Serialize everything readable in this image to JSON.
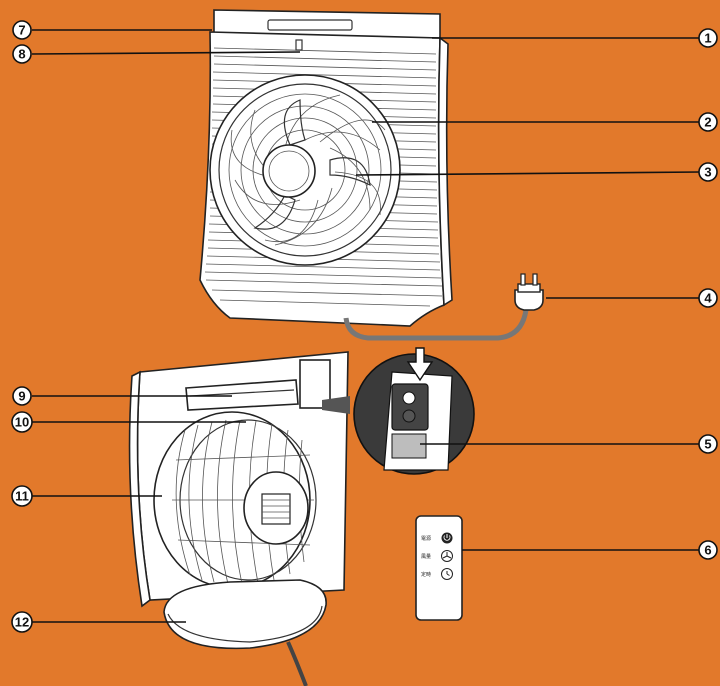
{
  "callouts": [
    {
      "id": "1",
      "label": "1"
    },
    {
      "id": "2",
      "label": "2"
    },
    {
      "id": "3",
      "label": "3"
    },
    {
      "id": "4",
      "label": "4"
    },
    {
      "id": "5",
      "label": "5"
    },
    {
      "id": "6",
      "label": "6"
    },
    {
      "id": "7",
      "label": "7"
    },
    {
      "id": "8",
      "label": "8"
    },
    {
      "id": "9",
      "label": "9"
    },
    {
      "id": "10",
      "label": "10"
    },
    {
      "id": "11",
      "label": "11"
    },
    {
      "id": "12",
      "label": "12"
    }
  ],
  "remote": {
    "buttons": [
      {
        "label": "電源",
        "icon": "power-icon"
      },
      {
        "label": "風量",
        "icon": "fan-icon"
      },
      {
        "label": "定時",
        "icon": "timer-icon"
      }
    ]
  },
  "colors": {
    "background": "#e2792b",
    "line": "#111111",
    "device": "#ffffff"
  }
}
